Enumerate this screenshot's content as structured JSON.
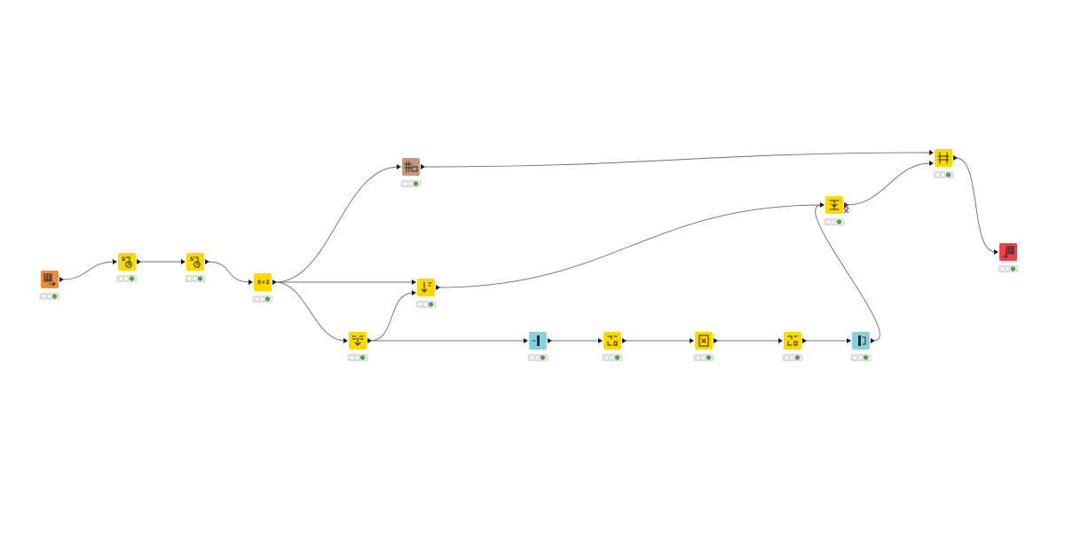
{
  "workflow": {
    "background": "#ffffff",
    "colors": {
      "source": "#f28c37",
      "manipulator": "#ffd800",
      "other": "#c49879",
      "loop": "#89cfe0",
      "sink": "#f2404c",
      "executed_light": "#44b035",
      "connection": "#6f6f6f",
      "port": "#1d1d1d"
    },
    "nodes": [
      {
        "id": "n1",
        "kind": "source",
        "icon": "table-reader-icon",
        "state": "executed"
      },
      {
        "id": "n2",
        "kind": "manipulator",
        "icon": "string-to-datetime-icon",
        "state": "executed"
      },
      {
        "id": "n3",
        "kind": "manipulator",
        "icon": "string-to-datetime-icon",
        "state": "executed"
      },
      {
        "id": "n4",
        "kind": "manipulator",
        "icon": "string-manipulation-icon",
        "glyph": "S+2",
        "state": "executed"
      },
      {
        "id": "n5",
        "kind": "other",
        "icon": "column-filter-icon",
        "state": "executed"
      },
      {
        "id": "n6",
        "kind": "manipulator",
        "icon": "sorter-icon",
        "state": "executed"
      },
      {
        "id": "n7",
        "kind": "manipulator",
        "icon": "row-filter-icon",
        "state": "executed"
      },
      {
        "id": "n8",
        "kind": "loop",
        "icon": "loop-start-icon",
        "state": "executed"
      },
      {
        "id": "n9",
        "kind": "manipulator",
        "icon": "lag-column-icon",
        "state": "executed"
      },
      {
        "id": "n10",
        "kind": "manipulator",
        "icon": "math-formula-icon",
        "state": "executed"
      },
      {
        "id": "n11",
        "kind": "manipulator",
        "icon": "lag-column-icon",
        "state": "executed"
      },
      {
        "id": "n12",
        "kind": "loop",
        "icon": "loop-end-icon",
        "state": "executed"
      },
      {
        "id": "n13",
        "kind": "manipulator",
        "icon": "joiner-icon",
        "state": "executed"
      },
      {
        "id": "n14",
        "kind": "manipulator",
        "icon": "column-joiner-icon",
        "state": "executed"
      },
      {
        "id": "n15",
        "kind": "sink",
        "icon": "table-writer-icon",
        "state": "executed"
      }
    ],
    "connections": [
      [
        "n1",
        "n2"
      ],
      [
        "n2",
        "n3"
      ],
      [
        "n3",
        "n4"
      ],
      [
        "n4",
        "n5"
      ],
      [
        "n4",
        "n6"
      ],
      [
        "n4",
        "n7"
      ],
      [
        "n7",
        "n6"
      ],
      [
        "n7",
        "n8"
      ],
      [
        "n8",
        "n9"
      ],
      [
        "n9",
        "n10"
      ],
      [
        "n10",
        "n11"
      ],
      [
        "n11",
        "n12"
      ],
      [
        "n12",
        "n13"
      ],
      [
        "n6",
        "n13"
      ],
      [
        "n5",
        "n14"
      ],
      [
        "n13",
        "n14"
      ],
      [
        "n14",
        "n15"
      ]
    ]
  }
}
